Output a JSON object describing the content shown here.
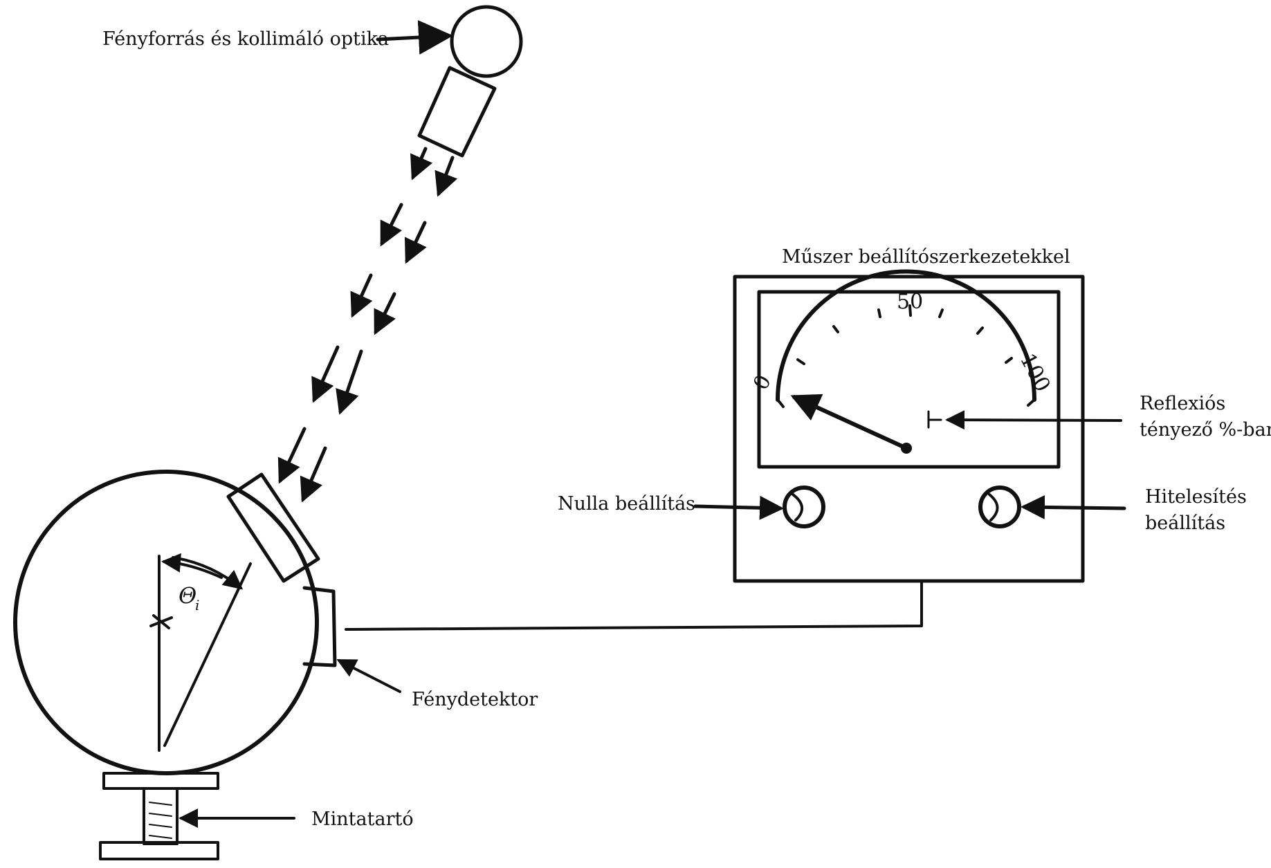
{
  "labels": {
    "light_source": "Fényforrás és kollimáló optika",
    "instrument": "Műszer beállítószerkezetekkel",
    "reflectance": [
      "Reflexiós",
      "tényező %-ban"
    ],
    "zero_adjust": "Nulla beállítás",
    "calibration_adjust": [
      "Hitelesítés",
      "beállítás"
    ],
    "photodetector": "Fénydetektor",
    "sample_holder": "Mintatartó",
    "angle_symbol": "Θ",
    "angle_subscript": "i"
  },
  "dial": {
    "scale_labels": [
      "0",
      "50",
      "100"
    ]
  }
}
